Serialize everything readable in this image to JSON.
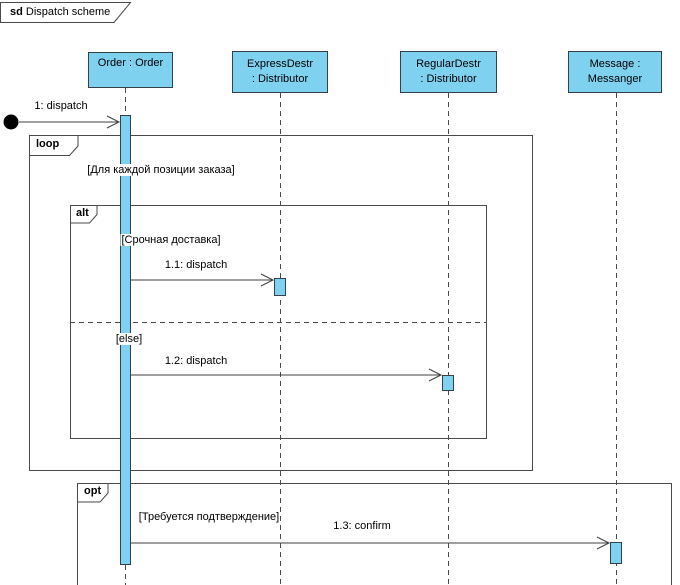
{
  "frame": {
    "keyword": "sd",
    "title": "Dispatch scheme"
  },
  "lifelines": [
    {
      "id": "order",
      "line1": "Order : Order",
      "line2": ""
    },
    {
      "id": "express-destr",
      "line1": "ExpressDestr",
      "line2": ": Distributor"
    },
    {
      "id": "regular-destr",
      "line1": "RegularDestr",
      "line2": ": Distributor"
    },
    {
      "id": "message",
      "line1": "Message :",
      "line2": "Messanger"
    }
  ],
  "fragments": {
    "loop": {
      "operator": "loop",
      "guard": "[Для каждой позиции заказа]"
    },
    "alt": {
      "operator": "alt",
      "guard1": "[Срочная доставка]",
      "guard2": "[else]"
    },
    "opt": {
      "operator": "opt",
      "guard": "[Требуется подтверждение]"
    }
  },
  "messages": {
    "m1": "1: dispatch",
    "m11": "1.1: dispatch",
    "m12": "1.2: dispatch",
    "m13": "1.3: confirm"
  },
  "colors": {
    "lifeline_fill": "#7FD1F0",
    "lifeline_border": "#34404A",
    "frame_line": "#4A4A4A",
    "message_line": "#3F3F3F",
    "text": "#000000",
    "background": "#FFFFFF"
  }
}
